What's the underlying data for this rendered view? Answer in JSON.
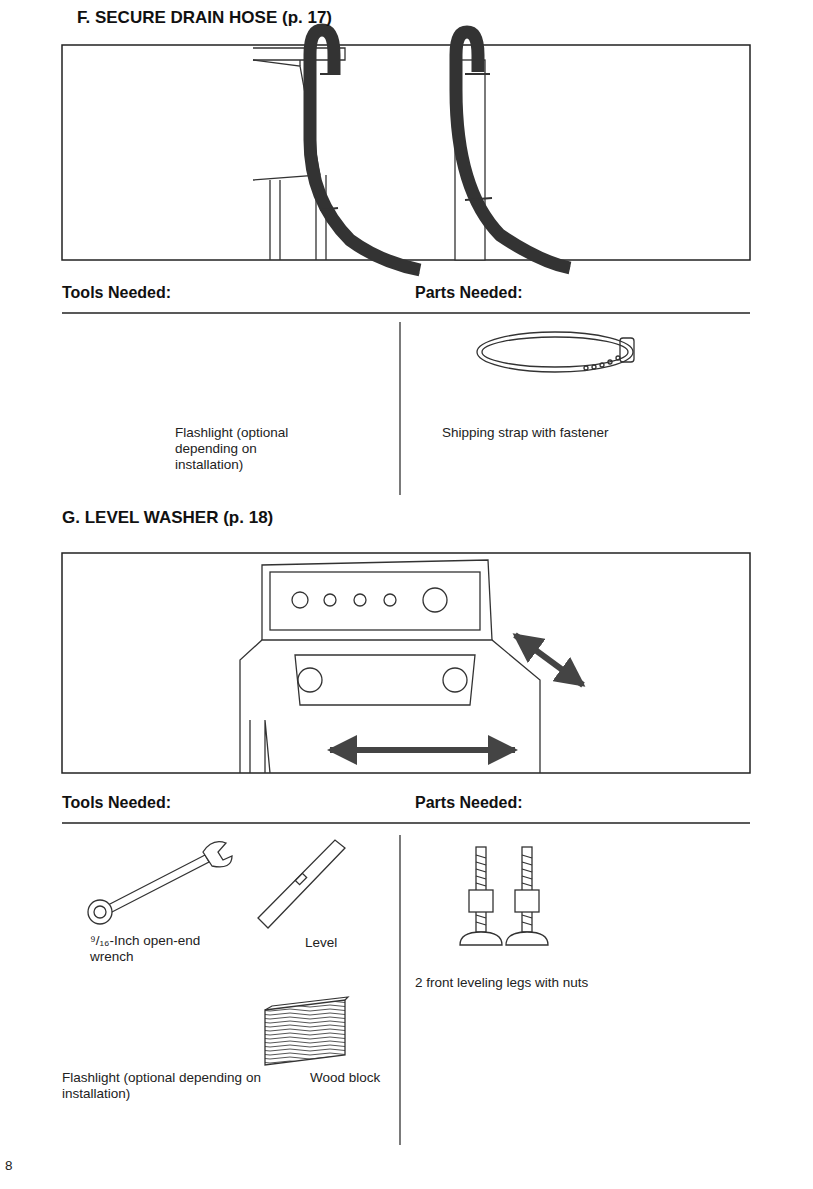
{
  "diagram": {
    "labels": [
      "F. SECURE DRAIN HOSE (p. 17)",
      "Tools Needed:",
      "Parts Needed:",
      "Flashlight (optional depending on installation)",
      "Shipping strap with fastener",
      "G. LEVEL WASHER (p. 18)",
      "Tools Needed:",
      "Parts Needed:",
      "⁹/₁₆-Inch open-end wrench",
      "Level",
      "2 front leveling legs with nuts",
      "Flashlight (optional depending on installation)",
      "Wood block",
      "8"
    ]
  }
}
